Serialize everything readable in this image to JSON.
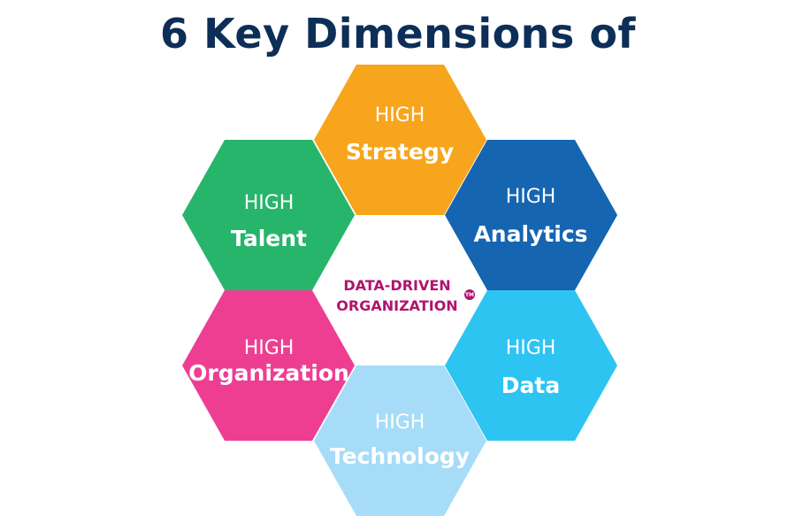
{
  "title": "6 Key Dimensions of",
  "colors": {
    "title": "#0d2e57",
    "text_on_hex": "#ffffff",
    "center_text": "#b0146e",
    "strategy": "#f7a51c",
    "analytics": "#1565b1",
    "talent": "#27b56b",
    "data": "#2ec4f1",
    "organization": "#ed3e92",
    "technology": "#a6dcf7"
  },
  "hexagons": [
    {
      "id": "strategy",
      "level": "HIGH",
      "name": "Strategy",
      "color": "#f7a51c"
    },
    {
      "id": "analytics",
      "level": "HIGH",
      "name": "Analytics",
      "color": "#1565b1"
    },
    {
      "id": "data",
      "level": "HIGH",
      "name": "Data",
      "color": "#2ec4f1"
    },
    {
      "id": "technology",
      "level": "HIGH",
      "name": "Technology",
      "color": "#a6dcf7"
    },
    {
      "id": "organization",
      "level": "HIGH",
      "name": "Organization",
      "color": "#ed3e92"
    },
    {
      "id": "talent",
      "level": "HIGH",
      "name": "Talent",
      "color": "#27b56b"
    }
  ],
  "center": {
    "line1": "DATA-DRIVEN",
    "line2": "ORGANIZATION",
    "trademark": "TM"
  }
}
